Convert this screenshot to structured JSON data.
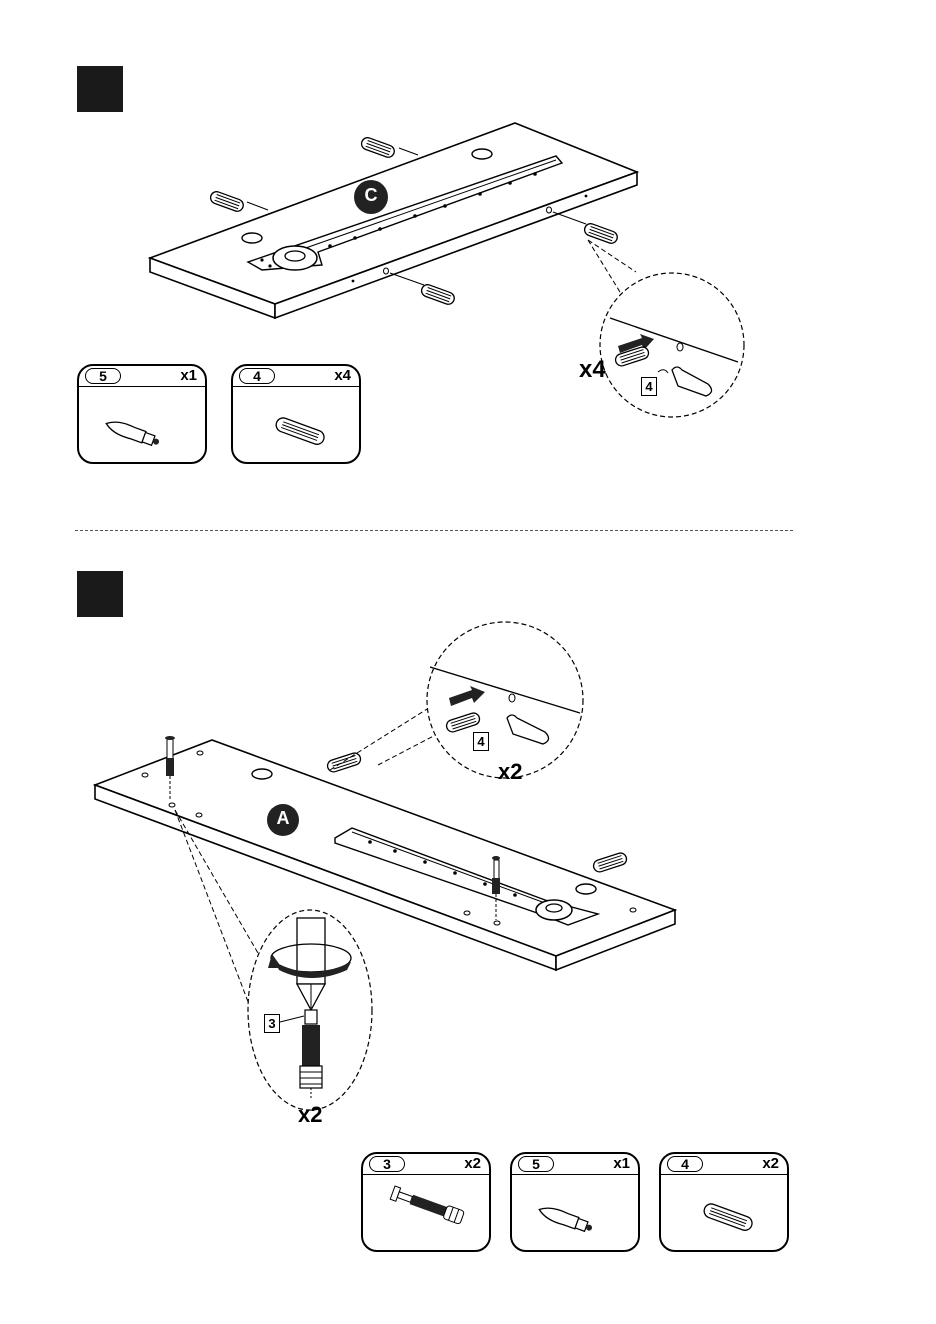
{
  "step1": {
    "panel_label": "C",
    "detail_qty": "x4",
    "detail_part": "4",
    "parts": [
      {
        "num": "5",
        "qty": "x1",
        "icon": "cam-bolt-icon"
      },
      {
        "num": "4",
        "qty": "x4",
        "icon": "wood-dowel-icon"
      }
    ]
  },
  "step2": {
    "panel_label": "A",
    "detail_dowel_qty": "x2",
    "detail_dowel_part": "4",
    "detail_screw_qty": "x2",
    "detail_screw_part": "3",
    "parts": [
      {
        "num": "3",
        "qty": "x2",
        "icon": "cam-screw-icon"
      },
      {
        "num": "5",
        "qty": "x1",
        "icon": "cam-bolt-icon"
      },
      {
        "num": "4",
        "qty": "x2",
        "icon": "wood-dowel-icon"
      }
    ]
  }
}
